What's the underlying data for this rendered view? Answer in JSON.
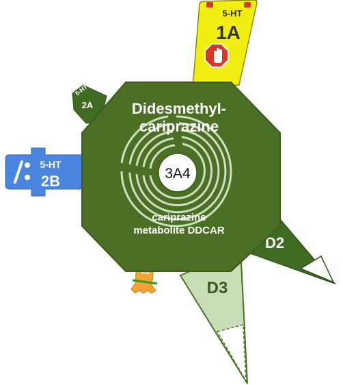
{
  "title": {
    "line1": "Didesmethyl-",
    "line2": "cariprazine"
  },
  "subtitle": {
    "line1": "cariprazine",
    "line2": "metabolite DDCAR"
  },
  "enzyme_label": "3A4",
  "receptors": {
    "ht1a": {
      "top": "5-HT",
      "main": "1A",
      "color": "#f2ee12",
      "icon": "stop-hand-icon"
    },
    "ht2a": {
      "top": "5-HT",
      "main": "2A",
      "color": "#3f6b22"
    },
    "ht2b": {
      "top": "5-HT",
      "main": "2B",
      "color": "#4a86e0",
      "icon": "antagonist-slash-icon"
    },
    "h1": {
      "label": "H1",
      "color": "#f3a233"
    },
    "d2": {
      "label": "D2",
      "color": "#3f6b22"
    },
    "d3": {
      "label": "D3",
      "color": "#c7ddb7"
    }
  },
  "colors": {
    "body": "#4a6f25",
    "body_outline": "#3b5a1c",
    "spiral": "#cfe0bf"
  }
}
